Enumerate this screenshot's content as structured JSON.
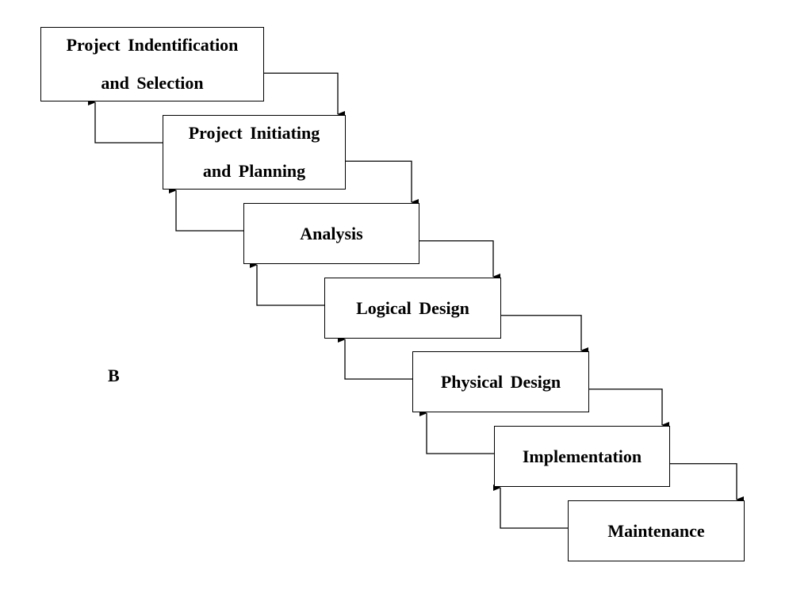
{
  "diagram": {
    "stages": [
      {
        "id": "identification",
        "lines": [
          "Project  Indentification",
          "and Selection"
        ]
      },
      {
        "id": "initiating",
        "lines": [
          "Project  Initiating",
          "and Planning"
        ]
      },
      {
        "id": "analysis",
        "lines": [
          "Analysis"
        ]
      },
      {
        "id": "logical-design",
        "lines": [
          "Logical  Design"
        ]
      },
      {
        "id": "physical-design",
        "lines": [
          "Physical  Design"
        ]
      },
      {
        "id": "implementation",
        "lines": [
          "Implementation"
        ]
      },
      {
        "id": "maintenance",
        "lines": [
          "Maintenance"
        ]
      }
    ],
    "side_label": "B",
    "line_color": "#000000"
  }
}
